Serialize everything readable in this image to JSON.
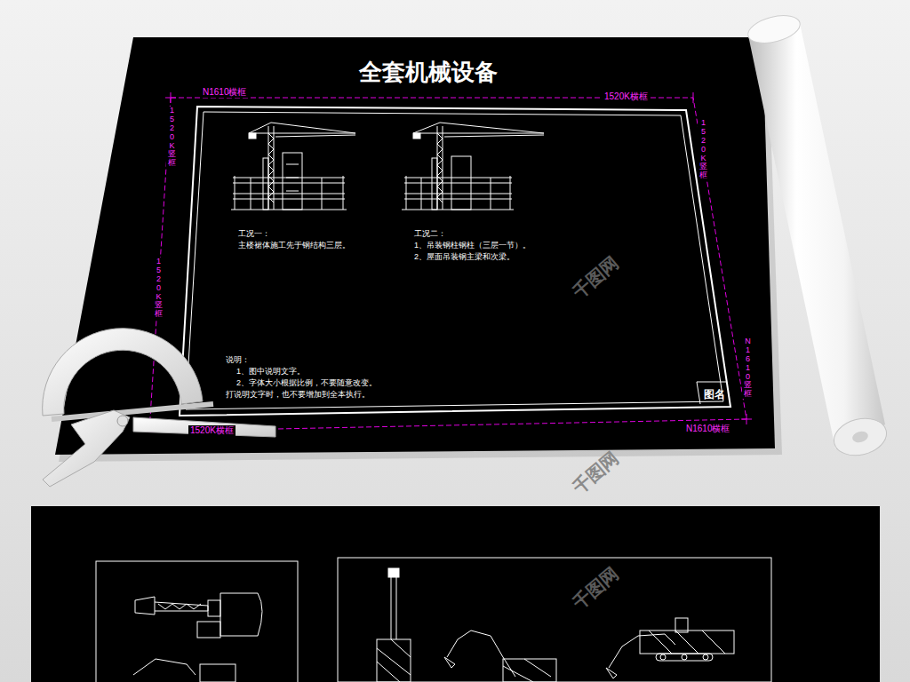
{
  "diagram": {
    "title": "全套机械设备",
    "labels": [
      "N1610横框",
      "1520K横框",
      "1520K竖框",
      "1520K竖框",
      "N1610竖框",
      "1520K竖框",
      "1520K横框",
      "N1610横框",
      "工况一：",
      "主楼裙体施工先于钢结构三层。",
      "工况二：",
      "1、吊装钢柱钢柱（三层一节）。",
      "2、屋面吊装钢主梁和次梁。",
      "说明：",
      "1、图中说明文字。",
      "2、字体大小根据比例，不要随意改变。",
      "打说明文字时，也不要增加到全本执行。",
      "图名",
      "千图网",
      "千图网",
      "千图网"
    ]
  }
}
